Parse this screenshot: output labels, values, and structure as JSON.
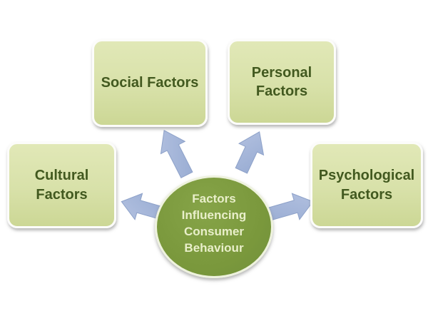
{
  "diagram": {
    "center_node": {
      "label": "Factors\nInfluencing\nConsumer\nBehaviour"
    },
    "nodes": [
      {
        "id": "social",
        "label": "Social Factors"
      },
      {
        "id": "personal",
        "label": "Personal\nFactors"
      },
      {
        "id": "cultural",
        "label": "Cultural\nFactors"
      },
      {
        "id": "psychological",
        "label": "Psychological\nFactors"
      }
    ],
    "arrows": [
      {
        "from": "center",
        "to": "social"
      },
      {
        "from": "center",
        "to": "personal"
      },
      {
        "from": "center",
        "to": "cultural"
      },
      {
        "from": "center",
        "to": "psychological"
      }
    ],
    "colors": {
      "background": "#ffffff",
      "box_fill_top": "#e1e8b7",
      "box_fill_bottom": "#ccd795",
      "box_border": "#fcfcfa",
      "box_text": "#42591f",
      "circle_fill": "#7c9a3d",
      "circle_border": "#eef2de",
      "circle_text": "#e9efca",
      "arrow_fill_light": "#b3c1e0",
      "arrow_fill_dark": "#97abd2",
      "arrow_outline": "#8ea2c9"
    }
  }
}
